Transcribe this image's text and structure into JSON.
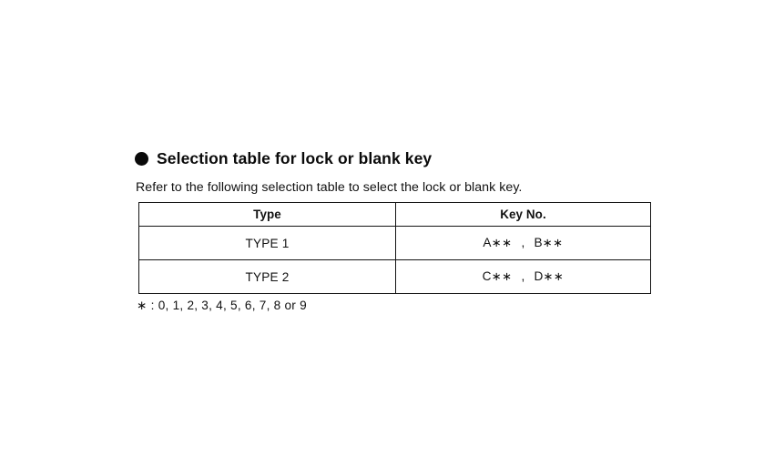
{
  "document": {
    "background_color": "#ffffff",
    "text_color": "#111111"
  },
  "heading": {
    "bullet_icon": "filled-circle-bullet",
    "title": "Selection table for lock or blank key"
  },
  "intro": {
    "text": "Refer to the following selection table to select the lock or blank key."
  },
  "table": {
    "columns": [
      "Type",
      "Key No."
    ],
    "rows": [
      {
        "type": "TYPE 1",
        "key_no": "A∗∗ , B∗∗",
        "key_prefix_1": "A",
        "key_prefix_2": "B"
      },
      {
        "type": "TYPE 2",
        "key_no": "C∗∗ , D∗∗",
        "key_prefix_1": "C",
        "key_prefix_2": "D"
      }
    ],
    "asterisk_pair": "∗∗",
    "separator": ","
  },
  "footnote": {
    "text": "∗ : 0, 1, 2, 3, 4, 5, 6, 7, 8 or 9"
  }
}
